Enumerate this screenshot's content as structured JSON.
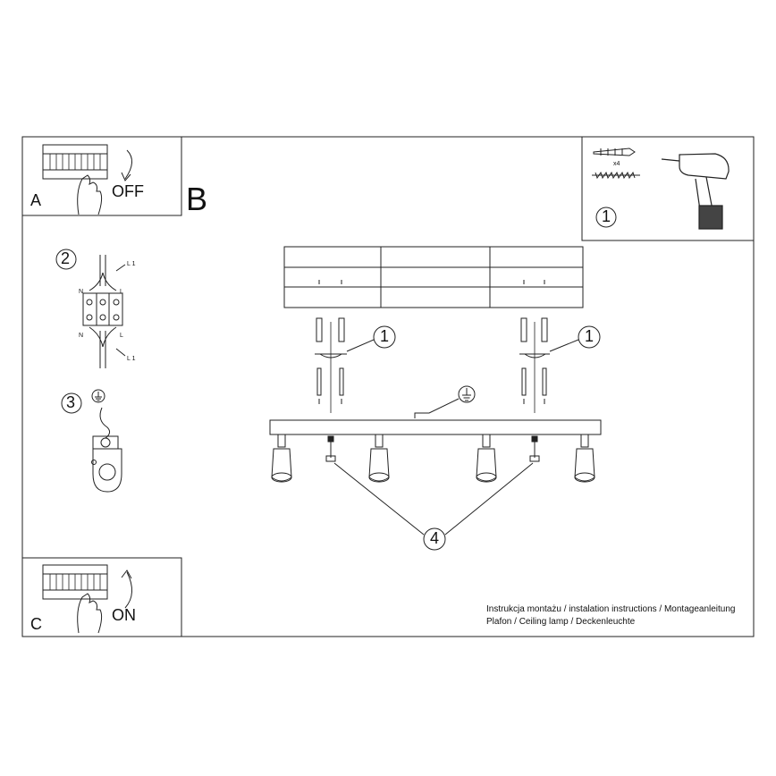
{
  "steps": {
    "a": {
      "letter": "A",
      "word": "OFF"
    },
    "b": {
      "letter": "B"
    },
    "c": {
      "letter": "C",
      "word": "ON"
    },
    "n1": "1",
    "n2": "2",
    "n3": "3",
    "n4": "4"
  },
  "tools": {
    "quantity": "x4"
  },
  "wiring": {
    "l1_top": "L 1",
    "l1_bottom": "L 1",
    "n_top": "N",
    "n_bottom": "N",
    "l_top": "L",
    "l_bottom": "L"
  },
  "footer": {
    "line1": "Instrukcja montażu / instalation instructions / Montageanleitung",
    "line2": "Plafon / Ceiling lamp / Deckenleuchte"
  }
}
